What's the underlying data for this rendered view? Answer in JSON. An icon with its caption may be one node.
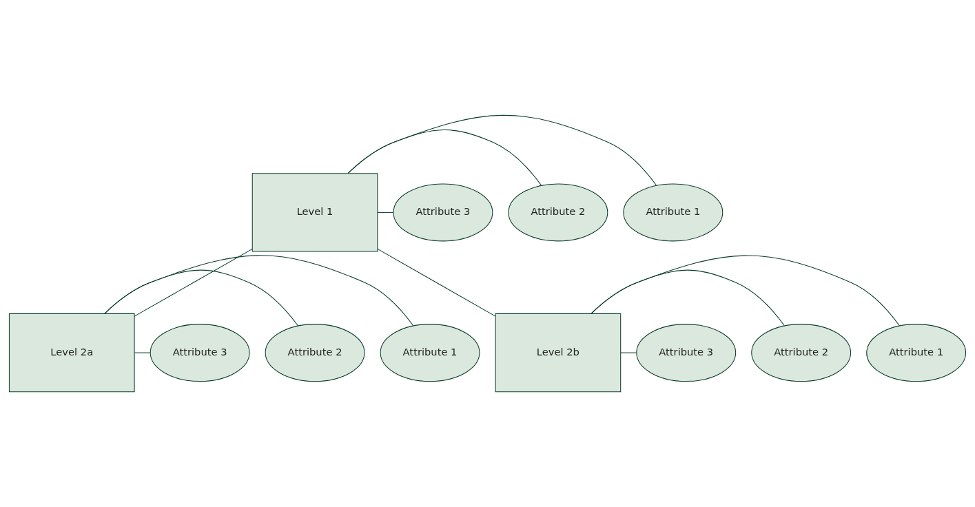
{
  "diagram": {
    "nodes": [
      {
        "text": [
          "Level 1"
        ]
      },
      {
        "text": [
          "Attribute 1"
        ]
      },
      {
        "text": [
          "Attribute 2"
        ]
      },
      {
        "text": [
          "Attribute 3"
        ]
      },
      {
        "text": [
          "Level 2a"
        ]
      },
      {
        "text": [
          "Attribute 1"
        ]
      },
      {
        "text": [
          "Attribute 2"
        ]
      },
      {
        "text": [
          "Attribute 3"
        ]
      },
      {
        "text": [
          "Level 2b"
        ]
      },
      {
        "text": [
          "Attribute 1"
        ]
      },
      {
        "text": [
          "Attribute 2"
        ]
      },
      {
        "text": [
          "Attribute 3"
        ]
      }
    ],
    "edges": [
      {
        "from": 0,
        "to": 1,
        "arrow": "none"
      },
      {
        "from": 0,
        "to": 2,
        "arrow": "none"
      },
      {
        "from": 0,
        "to": 3,
        "arrow": "none"
      },
      {
        "from": 0,
        "to": 4,
        "arrow": "none"
      },
      {
        "from": 0,
        "to": 8,
        "arrow": "none"
      },
      {
        "from": 4,
        "to": 5,
        "arrow": "none"
      },
      {
        "from": 4,
        "to": 6,
        "arrow": "none"
      },
      {
        "from": 4,
        "to": 7,
        "arrow": "none"
      },
      {
        "from": 8,
        "to": 9,
        "arrow": "none"
      },
      {
        "from": 8,
        "to": 10,
        "arrow": "none"
      },
      {
        "from": 8,
        "to": 11,
        "arrow": "none"
      }
    ]
  }
}
